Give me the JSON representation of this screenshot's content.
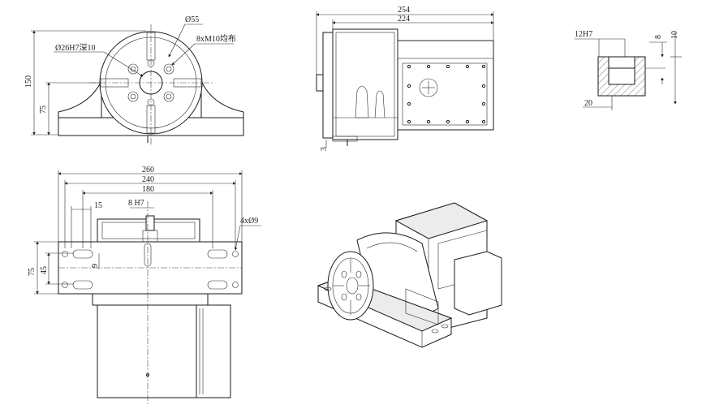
{
  "front_view": {
    "dia_55": "Ø55",
    "bore": "Ø26H7深10",
    "bolt": "8xM10均布",
    "height_150": "150",
    "height_75": "75"
  },
  "side_view": {
    "len_254": "254",
    "len_224": "224",
    "gap_3": "3"
  },
  "slot_detail": {
    "width": "12H7",
    "base": "20",
    "depth_8": "8",
    "depth_10": "10"
  },
  "top_view": {
    "w_260": "260",
    "w_240": "240",
    "w_180": "180",
    "d_15": "15",
    "slot": "8 H7",
    "holes": "4xØ9",
    "h_75": "75",
    "h_45": "45",
    "d_9": "9"
  }
}
